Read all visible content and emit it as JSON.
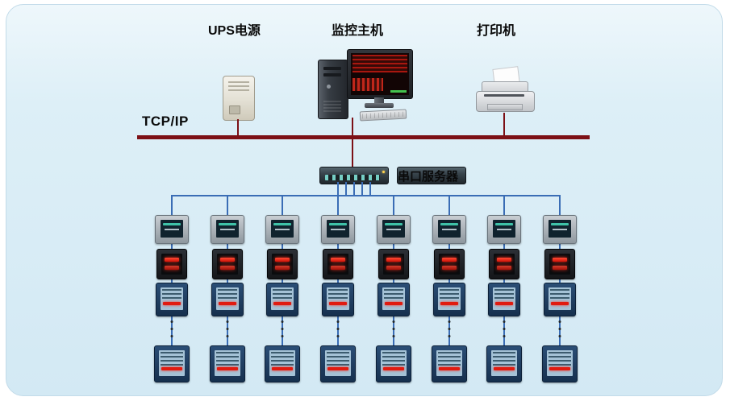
{
  "devices": {
    "ups": {
      "label": "UPS电源",
      "icon": "ups-device"
    },
    "host": {
      "label": "监控主机",
      "icon": "computer-workstation"
    },
    "printer": {
      "label": "打印机",
      "icon": "printer-device"
    },
    "serial_server": {
      "label": "串口服务器",
      "icon": "serial-server-device"
    }
  },
  "bus": {
    "label": "TCP/IP",
    "color": "#7c1016"
  },
  "field_network": {
    "line_color": "#3a6db5",
    "branch_count": 8,
    "branch_rows": [
      "lcd-meter",
      "led-meter",
      "navy-meter"
    ],
    "branch_bottom_row": "navy-meter",
    "ellipsis": "⋮"
  }
}
